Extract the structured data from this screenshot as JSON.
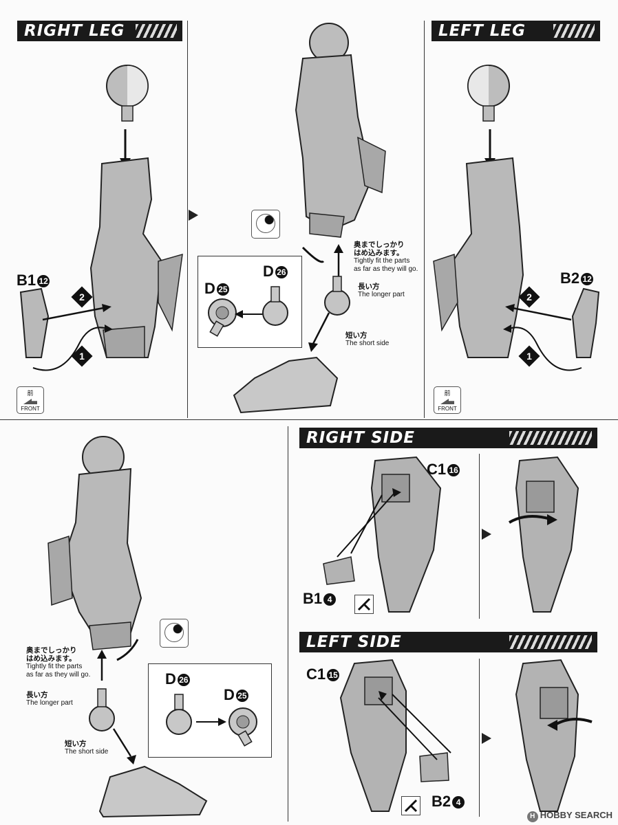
{
  "headers": {
    "right_leg": "RIGHT LEG",
    "left_leg": "LEFT LEG",
    "right_side": "RIGHT SIDE",
    "left_side": "LEFT SIDE"
  },
  "parts": {
    "b1_12": {
      "letter": "B1",
      "num": "12"
    },
    "b2_12": {
      "letter": "B2",
      "num": "12"
    },
    "d26_top": {
      "letter": "D",
      "num": "26"
    },
    "d25_top": {
      "letter": "D",
      "num": "25"
    },
    "d26_bottom": {
      "letter": "D",
      "num": "26"
    },
    "d25_bottom": {
      "letter": "D",
      "num": "25"
    },
    "c1_16": {
      "letter": "C1",
      "num": "16"
    },
    "b1_4": {
      "letter": "B1",
      "num": "4"
    },
    "c1_15": {
      "letter": "C1",
      "num": "15"
    },
    "b2_4": {
      "letter": "B2",
      "num": "4"
    }
  },
  "steps": {
    "one": "1",
    "two": "2"
  },
  "notes": {
    "tight_jp_1": "奥までしっかり",
    "tight_jp_2": "はめ込みます。",
    "tight_en_1": "Tightly fit the parts",
    "tight_en_2": "as far as they will go.",
    "longer_jp": "長い方",
    "longer_en": "The longer part",
    "short_jp": "短い方",
    "short_en": "The short side"
  },
  "front_icon": {
    "kanji": "前",
    "label": "FRONT"
  },
  "watermark": {
    "logo": "H",
    "text": "HOBBY SEARCH"
  },
  "colors": {
    "banner": "#1a1a1a",
    "part_fill": "#b9b9b9",
    "ink": "#111111"
  }
}
